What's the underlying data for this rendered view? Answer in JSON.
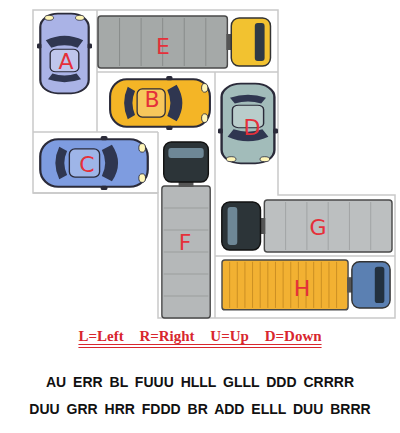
{
  "diagram": {
    "title": "L=Left R=Right U=Up D=Down",
    "nodes": [
      {
        "text": [
          "A"
        ]
      },
      {
        "text": [
          "E"
        ]
      },
      {
        "text": [
          "B"
        ]
      },
      {
        "text": [
          "D"
        ]
      },
      {
        "text": [
          "C"
        ]
      },
      {
        "text": [
          "F"
        ]
      },
      {
        "text": [
          "G"
        ]
      },
      {
        "text": [
          "H"
        ]
      }
    ],
    "labels": [
      "AU ERR BL FUUU HLLL GLLL DDD CRRRR",
      "DUU GRR HRR FDDD BR ADD ELLL DUU BRRR"
    ]
  }
}
